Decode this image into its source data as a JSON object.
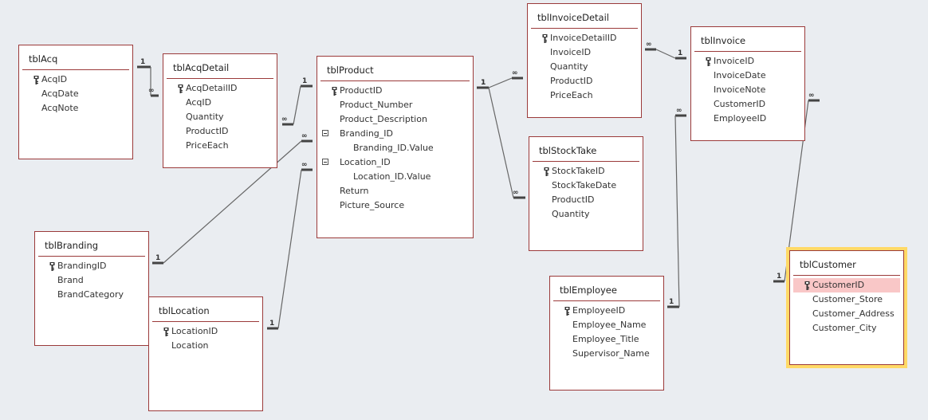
{
  "tables": {
    "tblAcq": {
      "title": "tblAcq",
      "fields": [
        {
          "name": "AcqID",
          "key": true
        },
        {
          "name": "AcqDate"
        },
        {
          "name": "AcqNote"
        }
      ]
    },
    "tblAcqDetail": {
      "title": "tblAcqDetail",
      "fields": [
        {
          "name": "AcqDetailID",
          "key": true
        },
        {
          "name": "AcqID"
        },
        {
          "name": "Quantity"
        },
        {
          "name": "ProductID"
        },
        {
          "name": "PriceEach"
        }
      ]
    },
    "tblProduct": {
      "title": "tblProduct",
      "fields": [
        {
          "name": "ProductID",
          "key": true
        },
        {
          "name": "Product_Number"
        },
        {
          "name": "Product_Description"
        },
        {
          "name": "Branding_ID",
          "expandable": true
        },
        {
          "name": "Branding_ID.Value",
          "sub": true
        },
        {
          "name": "Location_ID",
          "expandable": true
        },
        {
          "name": "Location_ID.Value",
          "sub": true
        },
        {
          "name": "Return"
        },
        {
          "name": "Picture_Source"
        }
      ]
    },
    "tblInvoiceDetail": {
      "title": "tblInvoiceDetail",
      "fields": [
        {
          "name": "InvoiceDetailID",
          "key": true
        },
        {
          "name": "InvoiceID"
        },
        {
          "name": "Quantity"
        },
        {
          "name": "ProductID"
        },
        {
          "name": "PriceEach"
        }
      ]
    },
    "tblInvoice": {
      "title": "tblInvoice",
      "fields": [
        {
          "name": "InvoiceID",
          "key": true
        },
        {
          "name": "InvoiceDate"
        },
        {
          "name": "InvoiceNote"
        },
        {
          "name": "CustomerID"
        },
        {
          "name": "EmployeeID"
        }
      ]
    },
    "tblStockTake": {
      "title": "tblStockTake",
      "fields": [
        {
          "name": "StockTakeID",
          "key": true
        },
        {
          "name": "StockTakeDate"
        },
        {
          "name": "ProductID"
        },
        {
          "name": "Quantity"
        }
      ]
    },
    "tblBranding": {
      "title": "tblBranding",
      "fields": [
        {
          "name": "BrandingID",
          "key": true
        },
        {
          "name": "Brand"
        },
        {
          "name": "BrandCategory"
        }
      ]
    },
    "tblLocation": {
      "title": "tblLocation",
      "fields": [
        {
          "name": "LocationID",
          "key": true
        },
        {
          "name": "Location"
        }
      ]
    },
    "tblEmployee": {
      "title": "tblEmployee",
      "fields": [
        {
          "name": "EmployeeID",
          "key": true
        },
        {
          "name": "Employee_Name"
        },
        {
          "name": "Employee_Title"
        },
        {
          "name": "Supervisor_Name"
        }
      ]
    },
    "tblCustomer": {
      "title": "tblCustomer",
      "selected": true,
      "highlighted_field": "CustomerID",
      "fields": [
        {
          "name": "CustomerID",
          "key": true
        },
        {
          "name": "Customer_Store"
        },
        {
          "name": "Customer_Address"
        },
        {
          "name": "Customer_City"
        }
      ]
    }
  },
  "relationships": [
    {
      "one": "tblAcq.AcqID",
      "many": "tblAcqDetail.AcqID",
      "one_label": "1",
      "many_label": "∞"
    },
    {
      "one": "tblProduct.ProductID",
      "many": "tblAcqDetail.ProductID",
      "one_label": "1",
      "many_label": "∞"
    },
    {
      "one": "tblBranding.BrandingID",
      "many": "tblProduct.Branding_ID",
      "one_label": "1",
      "many_label": "∞"
    },
    {
      "one": "tblLocation.LocationID",
      "many": "tblProduct.Location_ID",
      "one_label": "1",
      "many_label": "∞"
    },
    {
      "one": "tblProduct.ProductID",
      "many": "tblInvoiceDetail.ProductID",
      "one_label": "1",
      "many_label": "∞"
    },
    {
      "one": "tblProduct.ProductID",
      "many": "tblStockTake.ProductID",
      "one_label": "1",
      "many_label": "∞"
    },
    {
      "one": "tblInvoice.InvoiceID",
      "many": "tblInvoiceDetail.InvoiceID",
      "one_label": "1",
      "many_label": "∞"
    },
    {
      "one": "tblEmployee.EmployeeID",
      "many": "tblInvoice.EmployeeID",
      "one_label": "1",
      "many_label": "∞"
    },
    {
      "one": "tblCustomer.CustomerID",
      "many": "tblInvoice.CustomerID",
      "one_label": "1",
      "many_label": "∞"
    }
  ]
}
